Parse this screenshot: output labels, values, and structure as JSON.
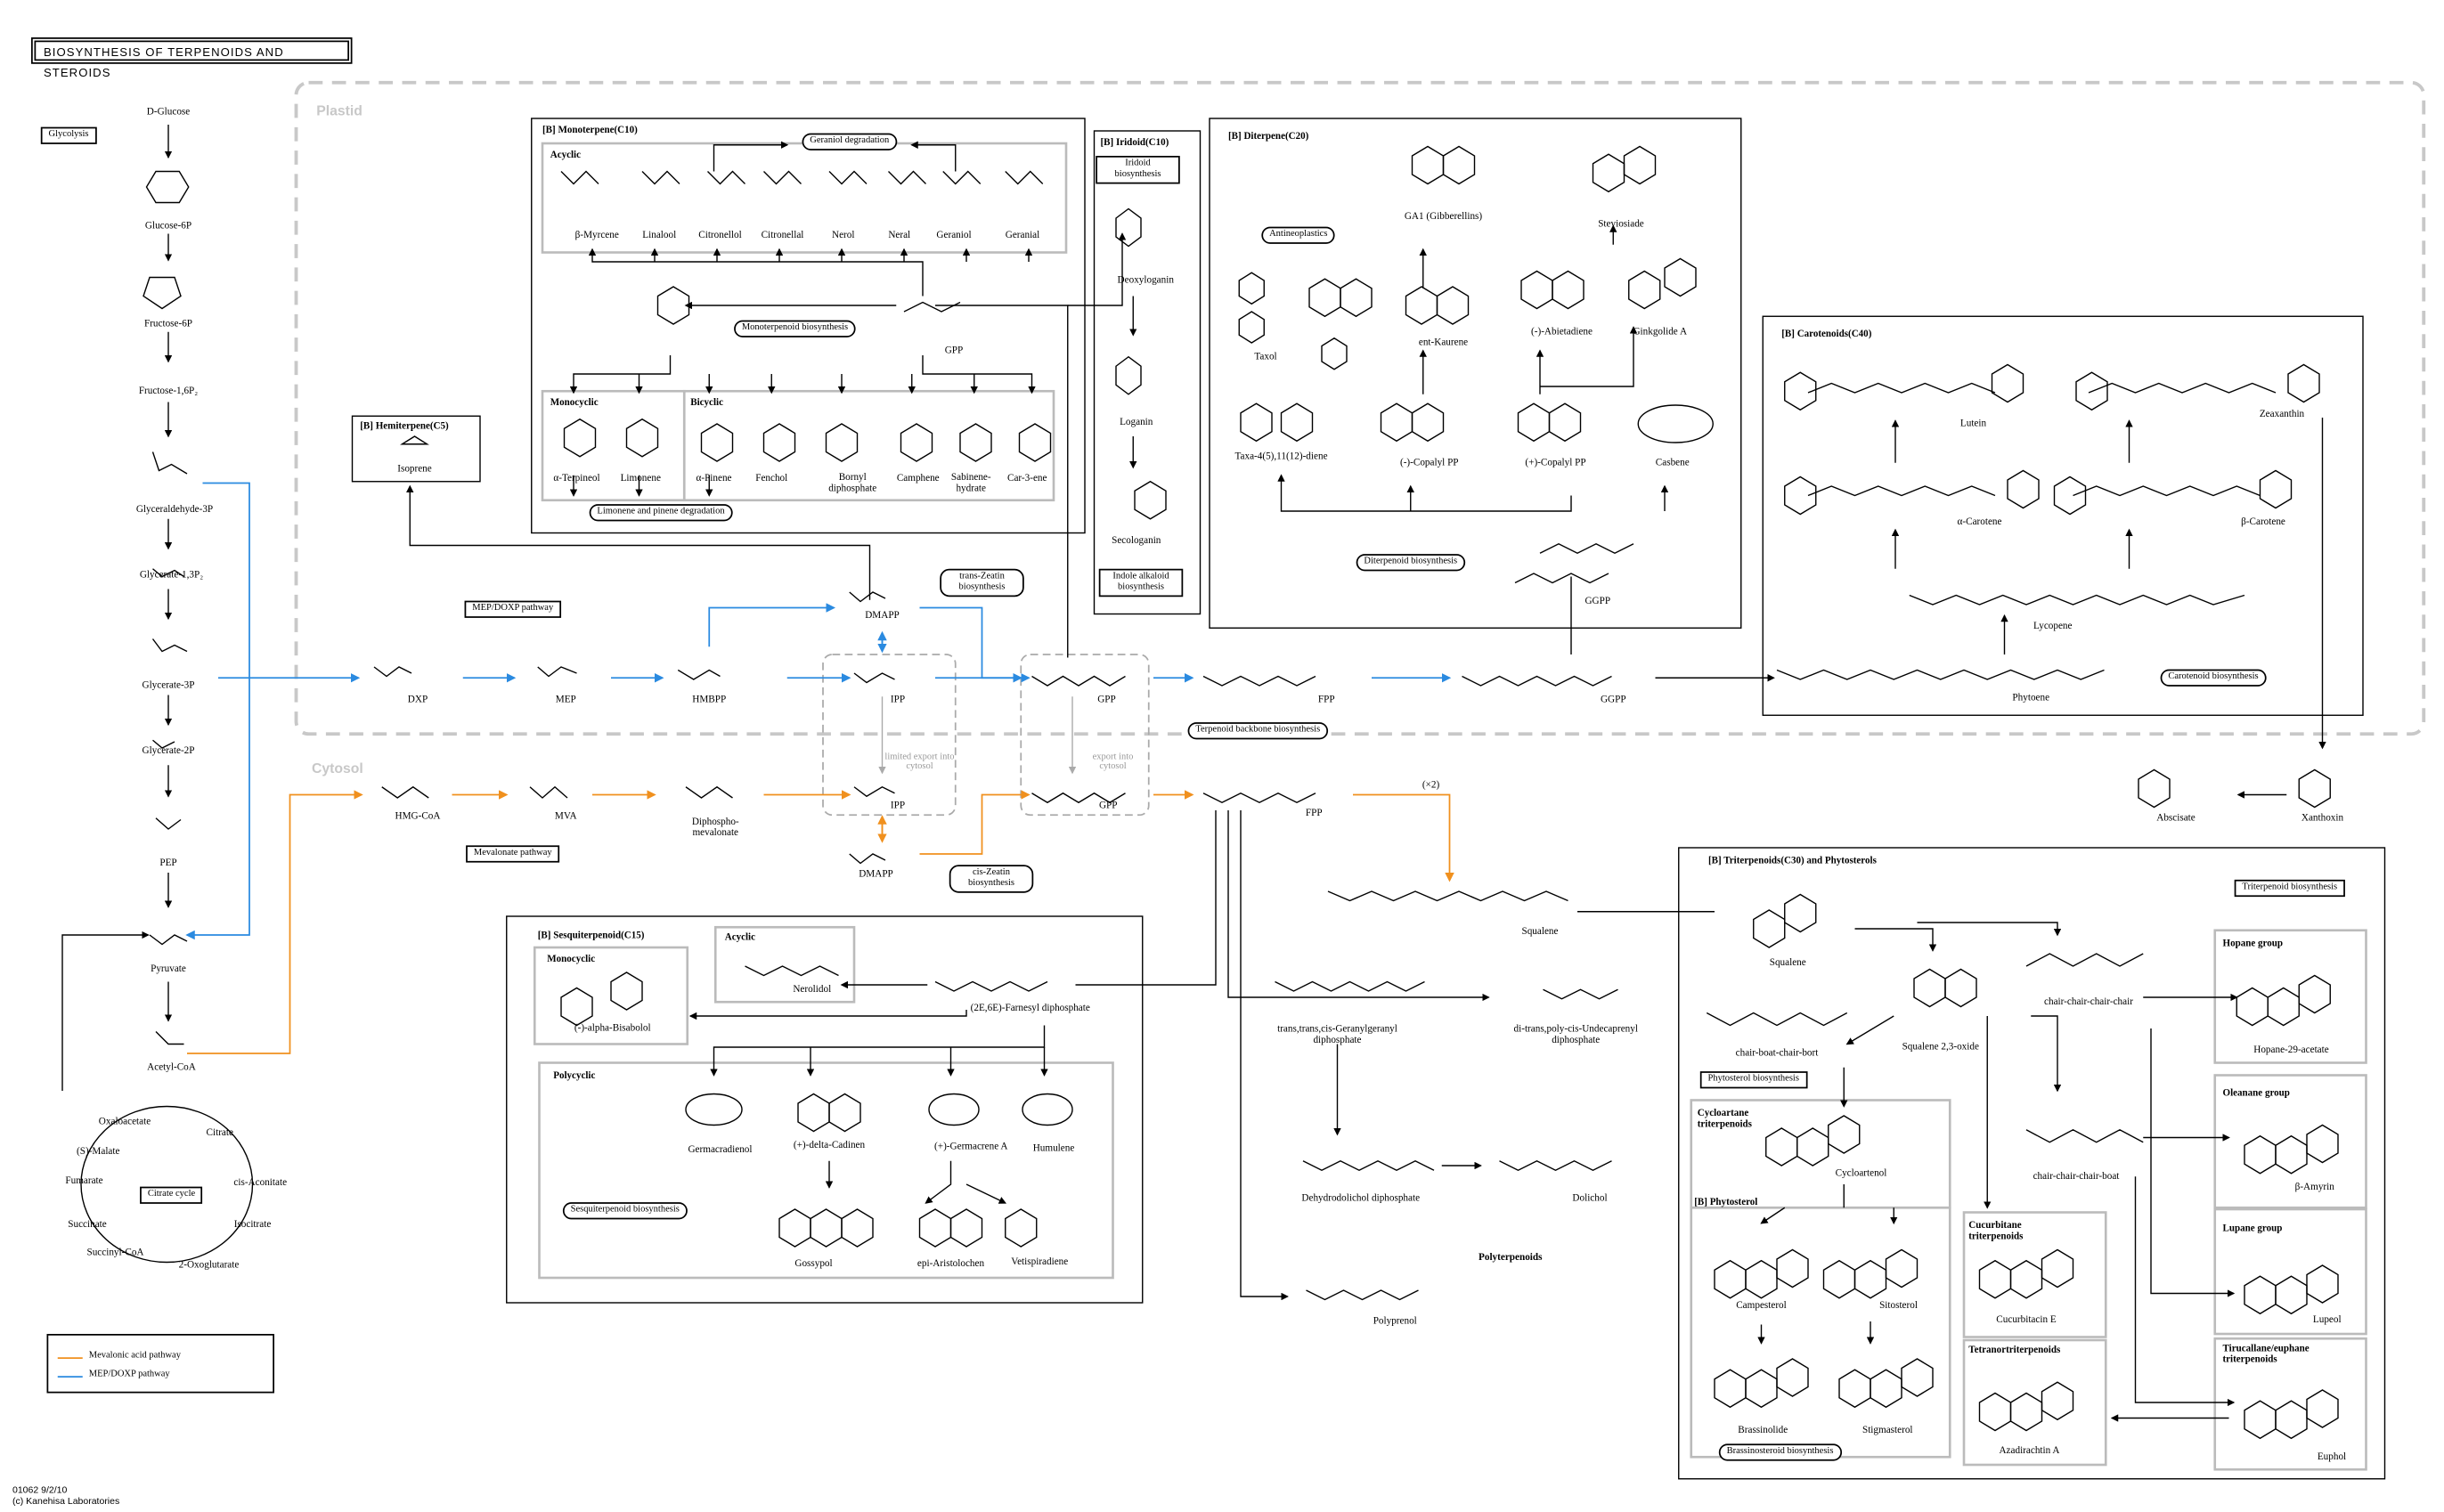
{
  "title": "BIOSYNTHESIS OF TERPENOIDS AND STEROIDS",
  "colors": {
    "mevalonate": "#f0901e",
    "mep": "#2a8ae0",
    "compartment": "#c8c8c8",
    "line": "#000000"
  },
  "regions": {
    "plastid": "Plastid",
    "cytosol": "Cytosol"
  },
  "glycolysis_box": "Glycolysis",
  "glycolysis_compounds": [
    "D-Glucose",
    "Glucose-6P",
    "Fructose-6P",
    "Fructose-1,6P₂",
    "Glyceraldehyde-3P",
    "Glycerate-1,3P₂",
    "Glycerate-3P",
    "Glycerate-2P",
    "PEP",
    "Pyruvate",
    "Acetyl-CoA"
  ],
  "citrate_cycle": {
    "box": "Citrate cycle",
    "compounds": [
      "Oxaloacetate",
      "Citrate",
      "(S)-Malate",
      "cis-Aconitate",
      "Fumarate",
      "Isocitrate",
      "Succinate",
      "Succinyl-CoA",
      "2-Oxoglutarate"
    ]
  },
  "mep_pathway": {
    "box": "MEP/DOXP pathway",
    "compounds": [
      "DXP",
      "MEP",
      "HMBPP",
      "IPP",
      "DMAPP"
    ]
  },
  "mevalonate_pathway": {
    "box": "Mevalonate pathway",
    "compounds": [
      "HMG-CoA",
      "MVA",
      "Diphospho-mevalonate",
      "IPP",
      "DMAPP"
    ]
  },
  "backbone": {
    "box": "Terpenoid backbone biosynthesis",
    "compounds": [
      "GPP",
      "FPP",
      "GGPP",
      "GPP",
      "FPP",
      "(2E,6E)-Farnesyl diphosphate"
    ],
    "notes": [
      "limited export into cytosol",
      "export into cytosol",
      "(×2)"
    ]
  },
  "zeatin": {
    "trans": "trans-Zeatin biosynthesis",
    "cis": "cis-Zeatin biosynthesis"
  },
  "hemiterpene": {
    "title": "[B] Hemiterpene(C5)",
    "compounds": [
      "Isoprene"
    ]
  },
  "monoterpene": {
    "title": "[B] Monoterpene(C10)",
    "acyclic": "Acyclic",
    "acyclic_compounds": [
      "β-Myrcene",
      "Linalool",
      "Citronellol",
      "Citronellal",
      "Nerol",
      "Neral",
      "Geraniol",
      "Geranial"
    ],
    "geraniol_degradation": "Geraniol degradation",
    "monoterpenoid_box": "Monoterpenoid biosynthesis",
    "gpp": "GPP",
    "monocyclic": "Monocyclic",
    "monocyclic_compounds": [
      "α-Terpineol",
      "Limonene"
    ],
    "bicyclic": "Bicyclic",
    "bicyclic_compounds": [
      "α-Pinene",
      "Fenchol",
      "Bornyl diphosphate",
      "Camphene",
      "Sabinene-hydrate",
      "Car-3-ene"
    ],
    "limonene_box": "Limonene and pinene degradation"
  },
  "iridoid": {
    "title": "[B] Iridoid(C10)",
    "box1": "Iridoid biosynthesis",
    "compounds": [
      "Deoxyloganin",
      "Loganin",
      "Secologanin"
    ],
    "box2": "Indole alkaloid biosynthesis"
  },
  "diterpene": {
    "title": "[B] Diterpene(C20)",
    "antineoplastics": "Antineoplastics",
    "compounds": [
      "Taxol",
      "GA1 (Gibberellins)",
      "Steviosiade",
      "ent-Kaurene",
      "(-)-Abietadiene",
      "Ginkgolide A",
      "Taxa-4(5),11(12)-diene",
      "(-)-Copalyl PP",
      "(+)-Copalyl PP",
      "Casbene",
      "GGPP"
    ],
    "box": "Diterpenoid biosynthesis"
  },
  "carotenoid": {
    "title": "[B] Carotenoids(C40)",
    "compounds": [
      "Lutein",
      "Zeaxanthin",
      "α-Carotene",
      "β-Carotene",
      "Lycopene",
      "Phytoene",
      "Abscisate",
      "Xanthoxin"
    ],
    "box": "Carotenoid biosynthesis"
  },
  "sesquiterpenoid": {
    "title": "[B] Sesquiterpenoid(C15)",
    "monocyclic": "Monocyclic",
    "acyclic": "Acyclic",
    "polycyclic": "Polycyclic",
    "compounds": [
      "(-)-alpha-Bisabolol",
      "Nerolidol",
      "Germacradienol",
      "(+)-delta-Cadinen",
      "(+)-Germacrene A",
      "Humulene",
      "Gossypol",
      "epi-Aristolochen",
      "Vetispiradiene"
    ],
    "box": "Sesquiterpenoid biosynthesis"
  },
  "polyterpenoids": {
    "title": "Polyterpenoids",
    "compounds": [
      "Squalene",
      "trans,trans,cis-Geranylgeranyl diphosphate",
      "di-trans,poly-cis-Undecaprenyl diphosphate",
      "Dehydrodolichol diphosphate",
      "Dolichol",
      "Polyprenol"
    ]
  },
  "triterpenoid": {
    "title": "[B] Triterpenoids(C30) and Phytosterols",
    "box": "Triterpenoid biosynthesis",
    "compounds": [
      "Squalene",
      "Squalene 2,3-oxide",
      "chair-boat-chair-bort",
      "chair-chair-chair-chair",
      "chair-chair-chair-boat"
    ],
    "phytosterol_box": "Phytosterol biosynthesis",
    "cycloartane_title": "Cycloartane triterpenoids",
    "cycloartane_compounds": [
      "Cycloartenol"
    ],
    "phytosterol_title": "[B] Phytosterol",
    "phytosterol_compounds": [
      "Campesterol",
      "Sitosterol",
      "Brassinolide",
      "Stigmasterol"
    ],
    "brassino_box": "Brassinosteroid biosynthesis",
    "cucurbitane_title": "Cucurbitane triterpenoids",
    "cucurbitane_compounds": [
      "Cucurbitacin E"
    ],
    "tetranor_title": "Tetranortriterpenoids",
    "tetranor_compounds": [
      "Azadirachtin A"
    ],
    "hopane_title": "Hopane group",
    "hopane_compounds": [
      "Hopane-29-acetate"
    ],
    "oleanane_title": "Oleanane group",
    "oleanane_compounds": [
      "β-Amyrin"
    ],
    "lupane_title": "Lupane group",
    "lupane_compounds": [
      "Lupeol"
    ],
    "tirucallane_title": "Tirucallane/euphane triterpenoids",
    "tirucallane_compounds": [
      "Euphol"
    ]
  },
  "legend": {
    "mevalonate": "Mevalonic acid pathway",
    "mep": "MEP/DOXP pathway"
  },
  "footer": {
    "line1": "01062 9/2/10",
    "line2": "(c) Kanehisa Laboratories"
  }
}
